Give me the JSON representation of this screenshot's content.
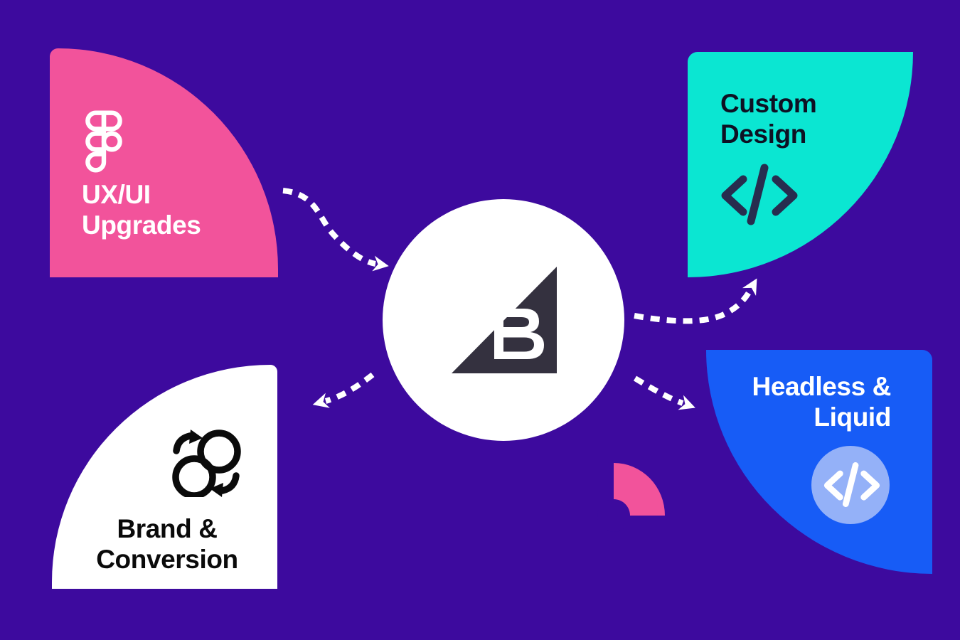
{
  "page": {
    "title": "BigCommerce services diagram",
    "background_color": "#3D0A9E"
  },
  "center_logo": {
    "name": "BigCommerce",
    "letter": "B"
  },
  "cards": {
    "ux": {
      "line1": "UX/UI",
      "line2": "Upgrades",
      "icon": "figma-icon",
      "color": "#F2539B",
      "text_color": "#FFFFFF"
    },
    "custom": {
      "line1": "Custom",
      "line2": "Design",
      "icon": "code-icon",
      "color": "#0BE6D2",
      "text_color": "#0E1123"
    },
    "brand": {
      "line1": "Brand &",
      "line2": "Conversion",
      "icon": "sync-circles-icon",
      "color": "#FFFFFF",
      "text_color": "#0A0A0A"
    },
    "headless": {
      "line1": "Headless &",
      "line2": "Liquid",
      "icon": "code-icon",
      "color": "#175CF6",
      "text_color": "#FFFFFF"
    }
  },
  "decor": {
    "arrow_color": "#FFFFFF",
    "small_fan_color": "#F2539B",
    "logo_dark_color": "#34313F",
    "navy_icon_color": "#272D4F",
    "light_circle_color": "#94B1F8"
  }
}
